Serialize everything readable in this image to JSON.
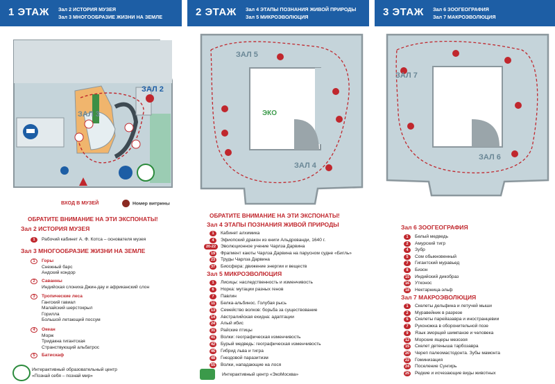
{
  "floors": [
    {
      "title": "1 ЭТАЖ",
      "lines": [
        "Зал 2 ИСТОРИЯ МУЗЕЯ",
        "Зал 3 МНОГООБРАЗИЕ ЖИЗНИ НА ЗЕМЛЕ"
      ]
    },
    {
      "title": "2 ЭТАЖ",
      "lines": [
        "Зал 4 ЭТАПЫ ПОЗНАНИЯ ЖИВОЙ ПРИРОДЫ",
        "Зал 5 МИКРОЭВОЛЮЦИЯ"
      ]
    },
    {
      "title": "3 ЭТАЖ",
      "lines": [
        "Зал 6 ЗООГЕОГРАФИЯ",
        "Зал 7 МАКРОЭВОЛЮЦИЯ"
      ]
    }
  ],
  "map_labels": {
    "zal2": "ЗАЛ 2",
    "zal3": "ЗАЛ 3",
    "zal4": "ЗАЛ 4",
    "zal5": "ЗАЛ 5",
    "zal6": "ЗАЛ 6",
    "zal7": "ЗАЛ 7",
    "entrance": "ВХОД В МУЗЕЙ",
    "legend": "Номер витрины",
    "eco": "ЭКО"
  },
  "attention": "ОБРАТИТЕ ВНИМАНИЕ НА ЭТИ ЭКСПОНАТЫ!",
  "col1": {
    "hall2": "Зал 2 ИСТОРИЯ МУЗЕЯ",
    "hall2_items": [
      {
        "n": "1",
        "t": "Рабочий кабинет А. Ф. Котса – основателя музея"
      }
    ],
    "hall3": "Зал 3 МНОГООБРАЗИЕ ЖИЗНИ НА ЗЕМЛЕ",
    "groups": [
      {
        "n": "1",
        "title": "Горы",
        "items": [
          "Снежный барс",
          "Андский кондор"
        ]
      },
      {
        "n": "2",
        "title": "Саванны",
        "items": [
          "Индийская слониха Джин-дау и африканский слон"
        ]
      },
      {
        "n": "3",
        "title": "Тропические леса",
        "items": [
          "Гангский гавиал",
          "Малайский шерстокрыл",
          "Горилла",
          "Большой летающий поссум"
        ]
      },
      {
        "n": "4",
        "title": "Океан",
        "items": [
          "Морж",
          "Тридакна гигантская",
          "Странствующий альбатрос"
        ]
      },
      {
        "n": "5",
        "title": "Батискаф",
        "items": []
      }
    ],
    "footer": [
      "Интерактивный образовательный центр",
      "«Познай себя – познай мир»"
    ]
  },
  "col2": {
    "hall4": "Зал 4 ЭТАПЫ ПОЗНАНИЯ ЖИВОЙ ПРИРОДЫ",
    "hall4_items": [
      {
        "n": "1",
        "t": "Кабинет алхимика"
      },
      {
        "n": "4",
        "t": "Эфиопский дракон из книги Альдрованди, 1640 г."
      },
      {
        "n": "20-22",
        "t": "Эволюционное учение Чарлза Дарвина"
      },
      {
        "n": "19",
        "t": "Фрагмент каюты Чарлза Дарвина на парусном судне «Бигль»"
      },
      {
        "n": "23",
        "t": "Труды Чарлза Дарвина"
      },
      {
        "n": "37",
        "t": "Биосфера: движение энергии и веществ"
      }
    ],
    "hall5": "Зал 5 МИКРОЭВОЛЮЦИЯ",
    "hall5_items": [
      {
        "n": "1",
        "t": "Лисицы: наследственность и изменчивость"
      },
      {
        "n": "6",
        "t": "Норка: мутации разных генов"
      },
      {
        "n": "7",
        "t": "Павлин"
      },
      {
        "n": "11",
        "t": "Белка-альбинос. Голубая рысь"
      },
      {
        "n": "13",
        "t": "Семейство волков: борьба за существование"
      },
      {
        "n": "14",
        "t": "Австралийская ехидна: адаптации"
      },
      {
        "n": "24",
        "t": "Алый ибис"
      },
      {
        "n": "31",
        "t": "Райские птицы"
      },
      {
        "n": "41",
        "t": "Волки: географическая изменчивость"
      },
      {
        "n": "42",
        "t": "Бурый медведь: географическая изменчивость"
      },
      {
        "n": "46",
        "t": "Гибрид льва и тигра"
      },
      {
        "n": "48",
        "t": "Гнездовой паразитизм"
      },
      {
        "n": "55",
        "t": "Волки, нападающие на лося"
      }
    ],
    "footer": "Интерактивный центр «ЭкоМосква»"
  },
  "col3": {
    "hall6": "Зал 6 ЗООГЕОГРАФИЯ",
    "hall6_items": [
      {
        "n": "1",
        "t": "Белый медведь"
      },
      {
        "n": "2",
        "t": "Амурский тигр"
      },
      {
        "n": "4",
        "t": "Зубр"
      },
      {
        "n": "5",
        "t": "Сом обыкновенный"
      },
      {
        "n": "7",
        "t": "Гигантский муравьед"
      },
      {
        "n": "8",
        "t": "Бизон"
      },
      {
        "n": "15",
        "t": "Индийский дикобраз"
      },
      {
        "n": "16",
        "t": "Утконос"
      },
      {
        "n": "18",
        "t": "Нектарница-эльф"
      }
    ],
    "hall7": "Зал 7 МАКРОЭВОЛЮЦИЯ",
    "hall7_items": [
      {
        "n": "1",
        "t": "Скелеты дельфина и летучей мыши"
      },
      {
        "n": "2",
        "t": "Муравейник в разрезе"
      },
      {
        "n": "5",
        "t": "Скелеты парейазавра и иностранцевии"
      },
      {
        "n": "7",
        "t": "Руконожка в оборонительной позе"
      },
      {
        "n": "9",
        "t": "Язык зморщей шимпанзе и человека"
      },
      {
        "n": "12",
        "t": "Морские ящеры мезозоя"
      },
      {
        "n": "15",
        "t": "Скелет детеныша тарбозавра"
      },
      {
        "n": "20",
        "t": "Череп палеомастодонта. Зубы мамонта"
      },
      {
        "n": "22",
        "t": "Гоминизация"
      },
      {
        "n": "24",
        "t": "Поселение Сунгирь"
      },
      {
        "n": "25",
        "t": "Редкие и исчезающие виды животных"
      }
    ]
  },
  "colors": {
    "blue": "#1d5ea5",
    "red": "#c0272d",
    "floor": "#c5d4da",
    "wall": "#9aa5aa"
  }
}
